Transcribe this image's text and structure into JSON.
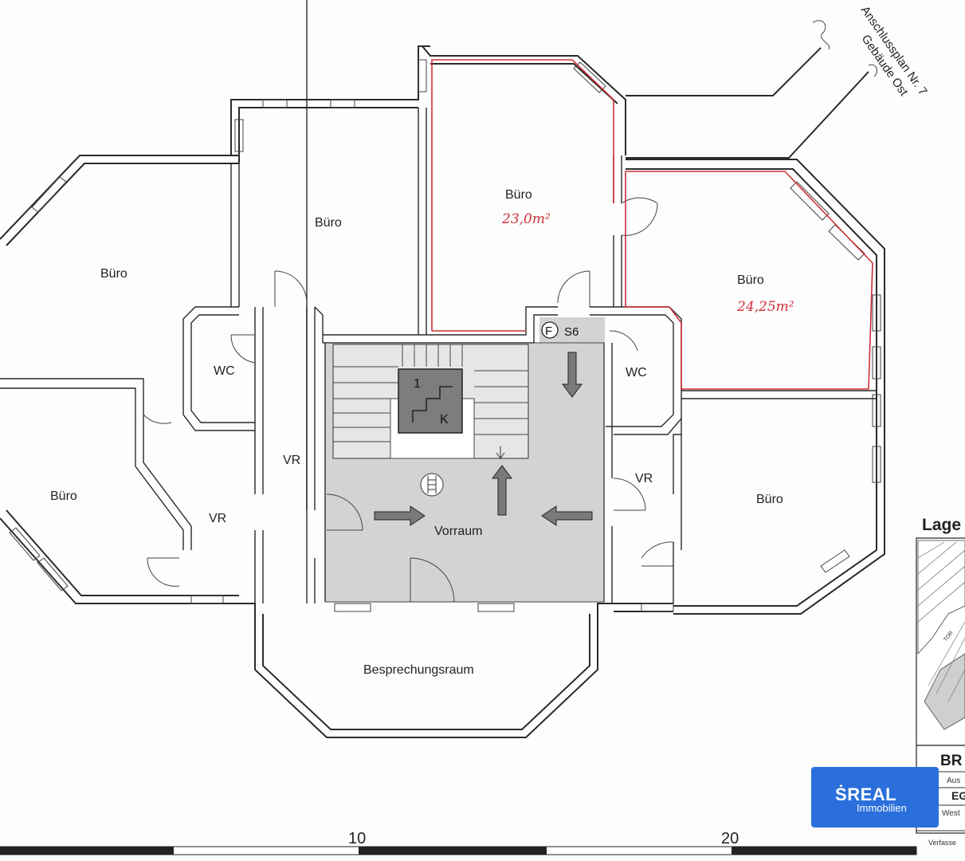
{
  "plan": {
    "rooms": {
      "office_nw": "Büro",
      "office_n": "Büro",
      "office_ne1": "Büro",
      "office_ne2": "Büro",
      "office_w": "Büro",
      "office_e": "Büro",
      "wc_left": "WC",
      "wc_right": "WC",
      "vr_center": "VR",
      "vr_left": "VR",
      "vr_right": "VR",
      "vorraum": "Vorraum",
      "meeting": "Besprechungsraum"
    },
    "stair": {
      "top": "1",
      "bottom": "K"
    },
    "exit": {
      "f": "F",
      "code": "S6"
    },
    "annotations": {
      "area_1": "23,0m²",
      "area_2": "24,25m²"
    },
    "connection_note": {
      "line1": "Anschlussplan Nr. 7",
      "line2": "Gebäude Ost"
    },
    "scale": {
      "tick_10": "10",
      "tick_20": "20"
    },
    "titleblock": {
      "heading": "Lage",
      "br": "BR",
      "row1": "Aus",
      "row2": "EG",
      "row3": "West",
      "row4": "Verfasse"
    },
    "logo": {
      "brand": "REAL",
      "sub": "Immobilien",
      "accent": "#2a6fdb"
    },
    "colors": {
      "grey_area": "#d3d3d3",
      "annotation": "#d0303a",
      "stair_core": "#7d7d7d"
    }
  }
}
